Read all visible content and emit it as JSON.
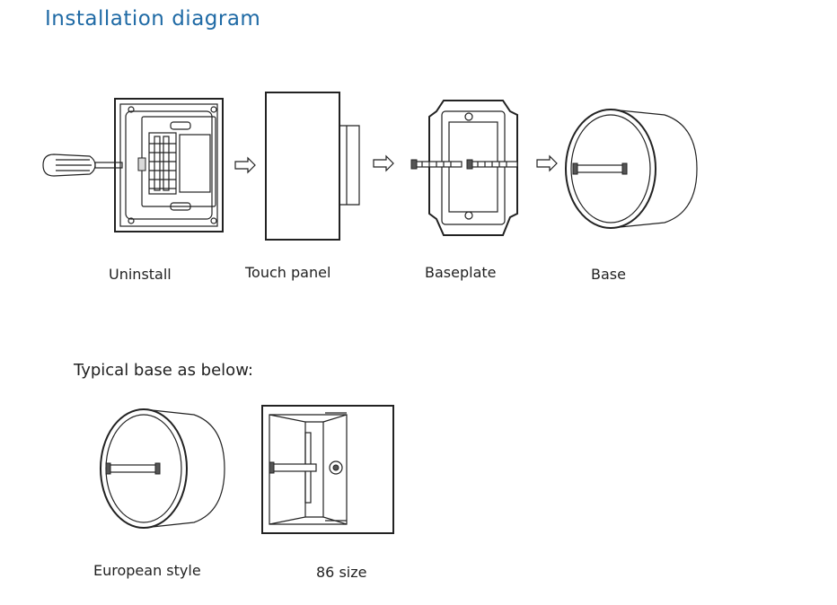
{
  "title": "Installation diagram",
  "steps": [
    {
      "label": "Uninstall"
    },
    {
      "label": "Touch panel"
    },
    {
      "label": "Baseplate"
    },
    {
      "label": "Base"
    }
  ],
  "typical": {
    "heading": "Typical base as below:",
    "items": [
      {
        "label": "European style"
      },
      {
        "label": "86 size"
      }
    ]
  }
}
